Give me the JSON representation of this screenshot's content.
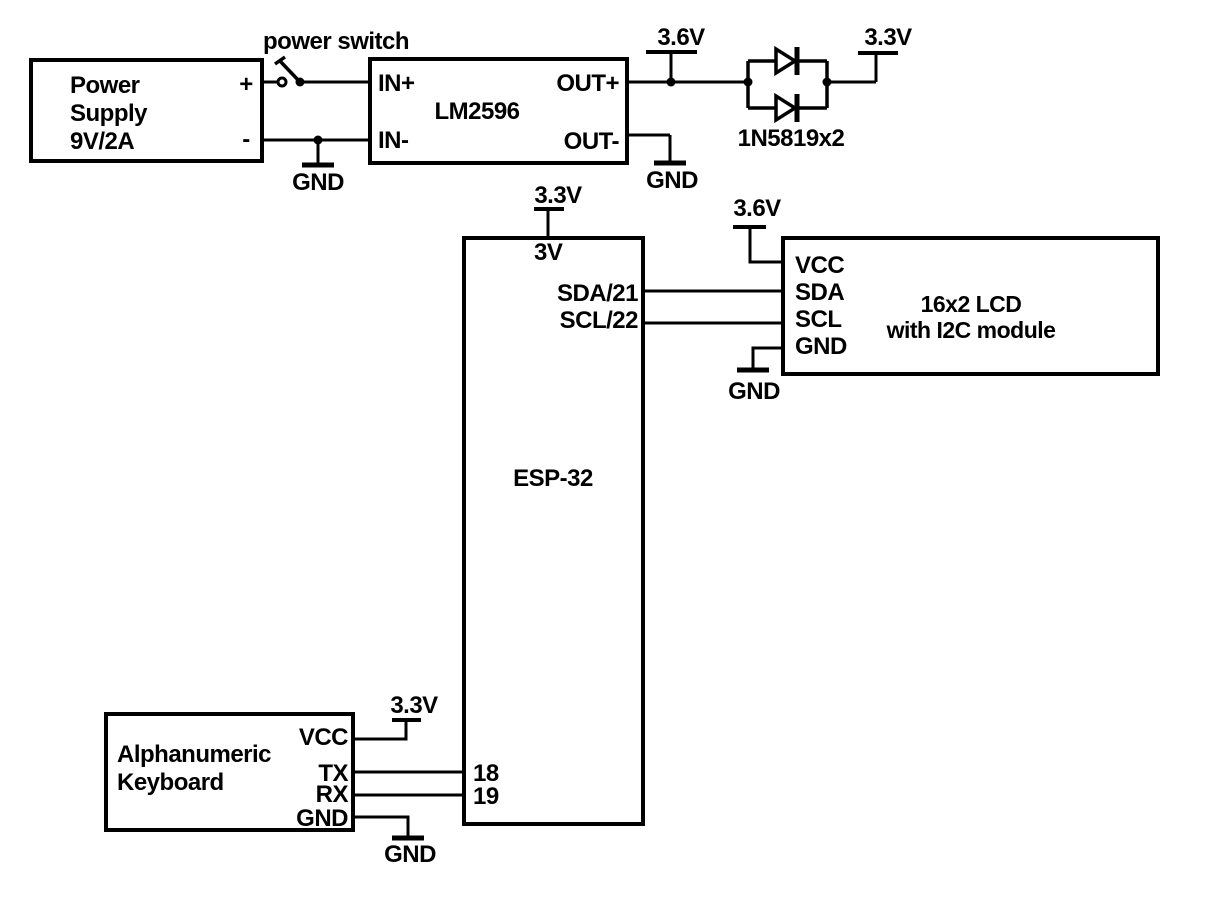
{
  "diagram": {
    "kind": "circuit-schematic",
    "ink_color": "#000000",
    "background_color": "#ffffff"
  },
  "power_supply": {
    "title_line1": "Power",
    "title_line2": "Supply",
    "title_line3": "9V/2A",
    "pin_plus": "+",
    "pin_minus": "-"
  },
  "power_switch": {
    "label": "power switch"
  },
  "regulator": {
    "name": "LM2596",
    "pin_in_plus": "IN+",
    "pin_in_minus": "IN-",
    "pin_out_plus": "OUT+",
    "pin_out_minus": "OUT-"
  },
  "diodes": {
    "label": "1N5819x2"
  },
  "esp32": {
    "name": "ESP-32",
    "pin_3v": "3V",
    "pin_sda": "SDA/21",
    "pin_scl": "SCL/22",
    "pin_18": "18",
    "pin_19": "19"
  },
  "lcd": {
    "title_line1": "16x2 LCD",
    "title_line2": "with I2C module",
    "pin_vcc": "VCC",
    "pin_sda": "SDA",
    "pin_scl": "SCL",
    "pin_gnd": "GND"
  },
  "keyboard": {
    "title_line1": "Alphanumeric",
    "title_line2": "Keyboard",
    "pin_vcc": "VCC",
    "pin_tx": "TX",
    "pin_rx": "RX",
    "pin_gnd": "GND"
  },
  "rails": {
    "v36_out": "3.6V",
    "v33_diode": "3.3V",
    "v33_esp": "3.3V",
    "v36_lcd": "3.6V",
    "v33_keyboard": "3.3V"
  },
  "grounds": {
    "gnd_in": "GND",
    "gnd_out": "GND",
    "gnd_lcd": "GND",
    "gnd_keyboard": "GND"
  }
}
